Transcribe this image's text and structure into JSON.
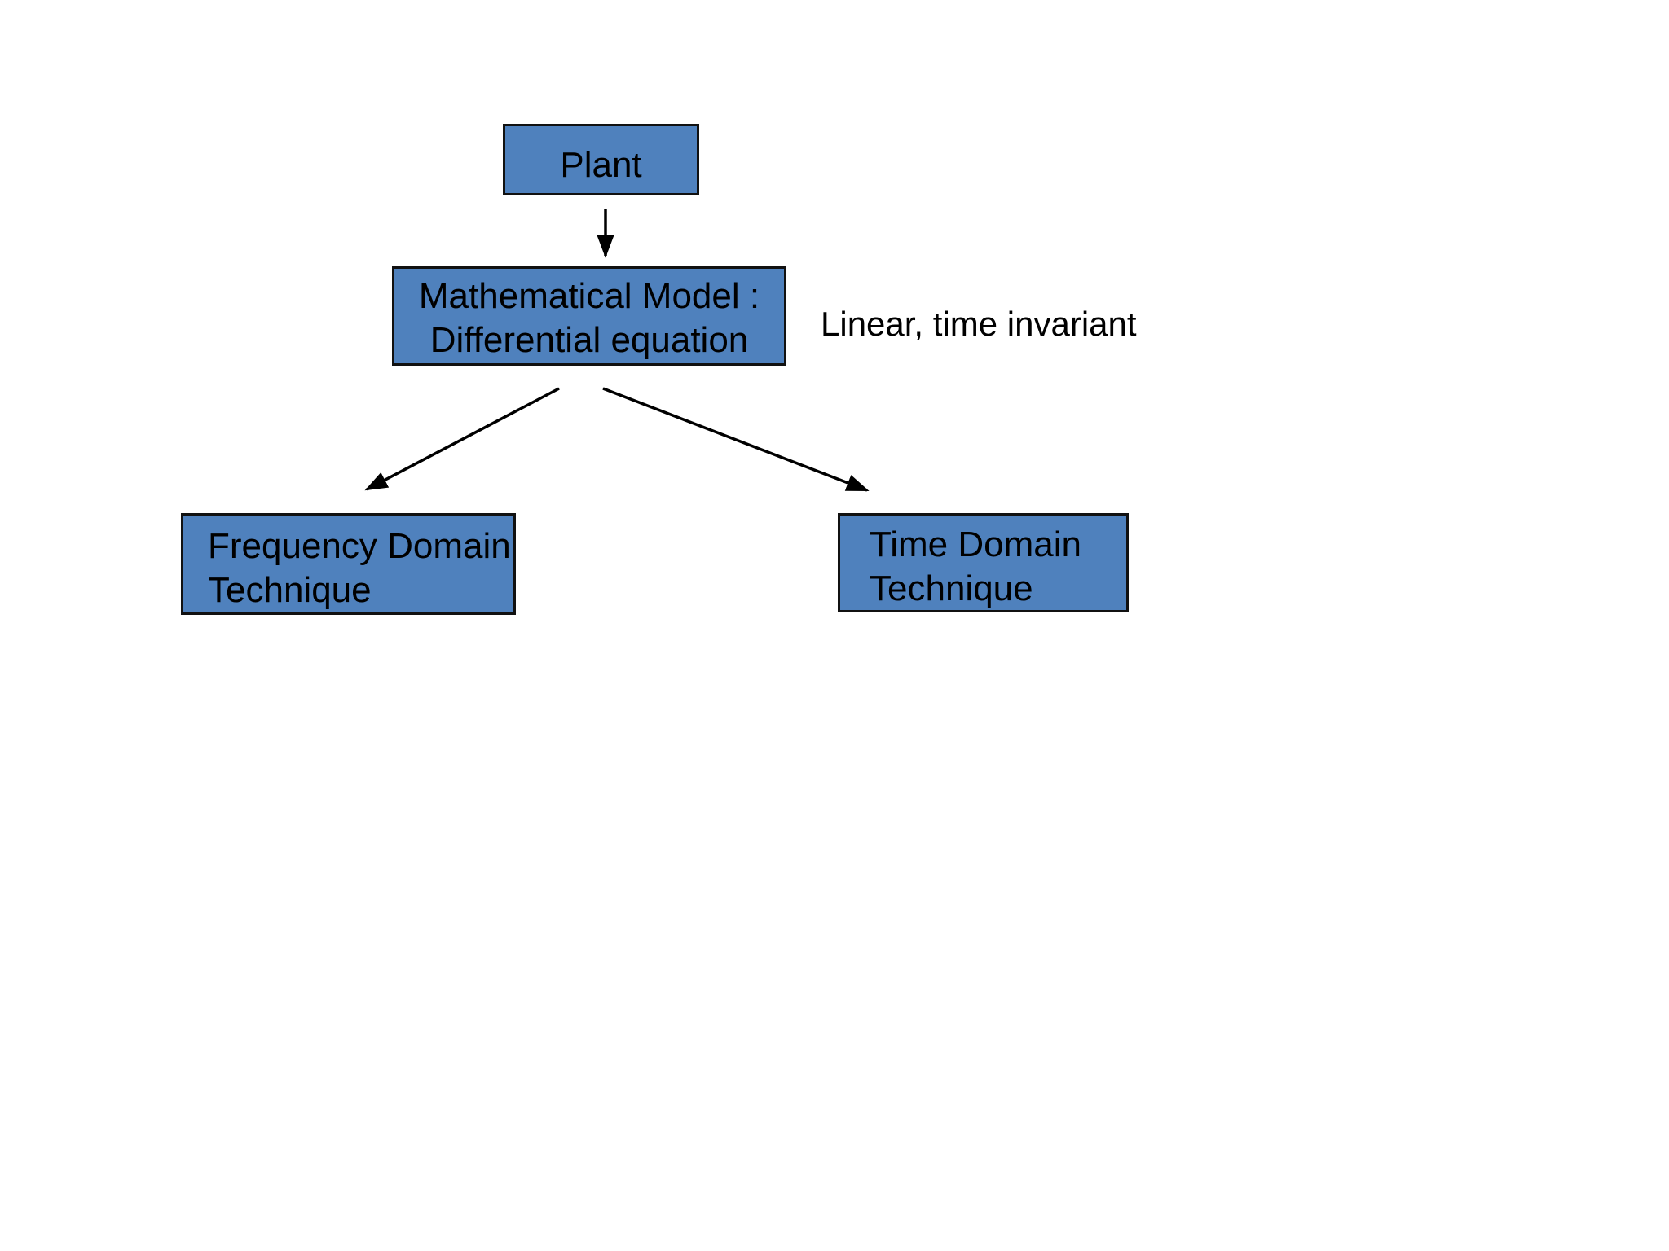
{
  "diagram": {
    "nodes": {
      "plant": {
        "label": "Plant"
      },
      "model": {
        "line1": "Mathematical Model :",
        "line2": "Differential equation"
      },
      "frequency": {
        "line1": "Frequency Domain",
        "line2": "Technique"
      },
      "time": {
        "line1": "Time Domain",
        "line2": "Technique"
      }
    },
    "note": "Linear, time invariant",
    "connectors": [
      {
        "name": "plant-to-model",
        "type": "arrow"
      },
      {
        "name": "model-to-frequency",
        "type": "arrow"
      },
      {
        "name": "model-to-time",
        "type": "arrow"
      }
    ],
    "colors": {
      "background": "#FFFFFF",
      "box_fill": "#4F81BD",
      "box_border": "#111111",
      "text": "#000000",
      "arrow": "#000000"
    }
  }
}
